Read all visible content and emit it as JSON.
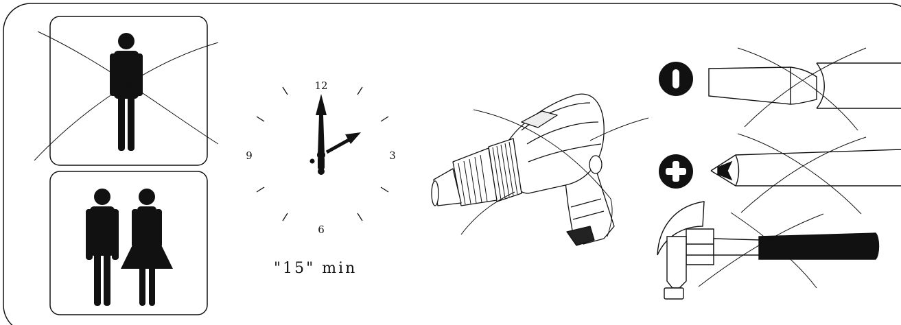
{
  "clock": {
    "numerals": {
      "twelve": "12",
      "three": "3",
      "six": "6",
      "nine": "9"
    },
    "time_label": "\"15\" min"
  },
  "colors": {
    "ink": "#111111",
    "background": "#ffffff"
  },
  "icons": {
    "one_person": "person-icon",
    "two_people": "couple-icon",
    "clock": "clock-icon",
    "drill": "drill-icon",
    "flat_bit": "flat-screwdriver-bit-icon",
    "phillips_bit": "phillips-screwdriver-bit-icon",
    "hammer": "hammer-icon"
  }
}
